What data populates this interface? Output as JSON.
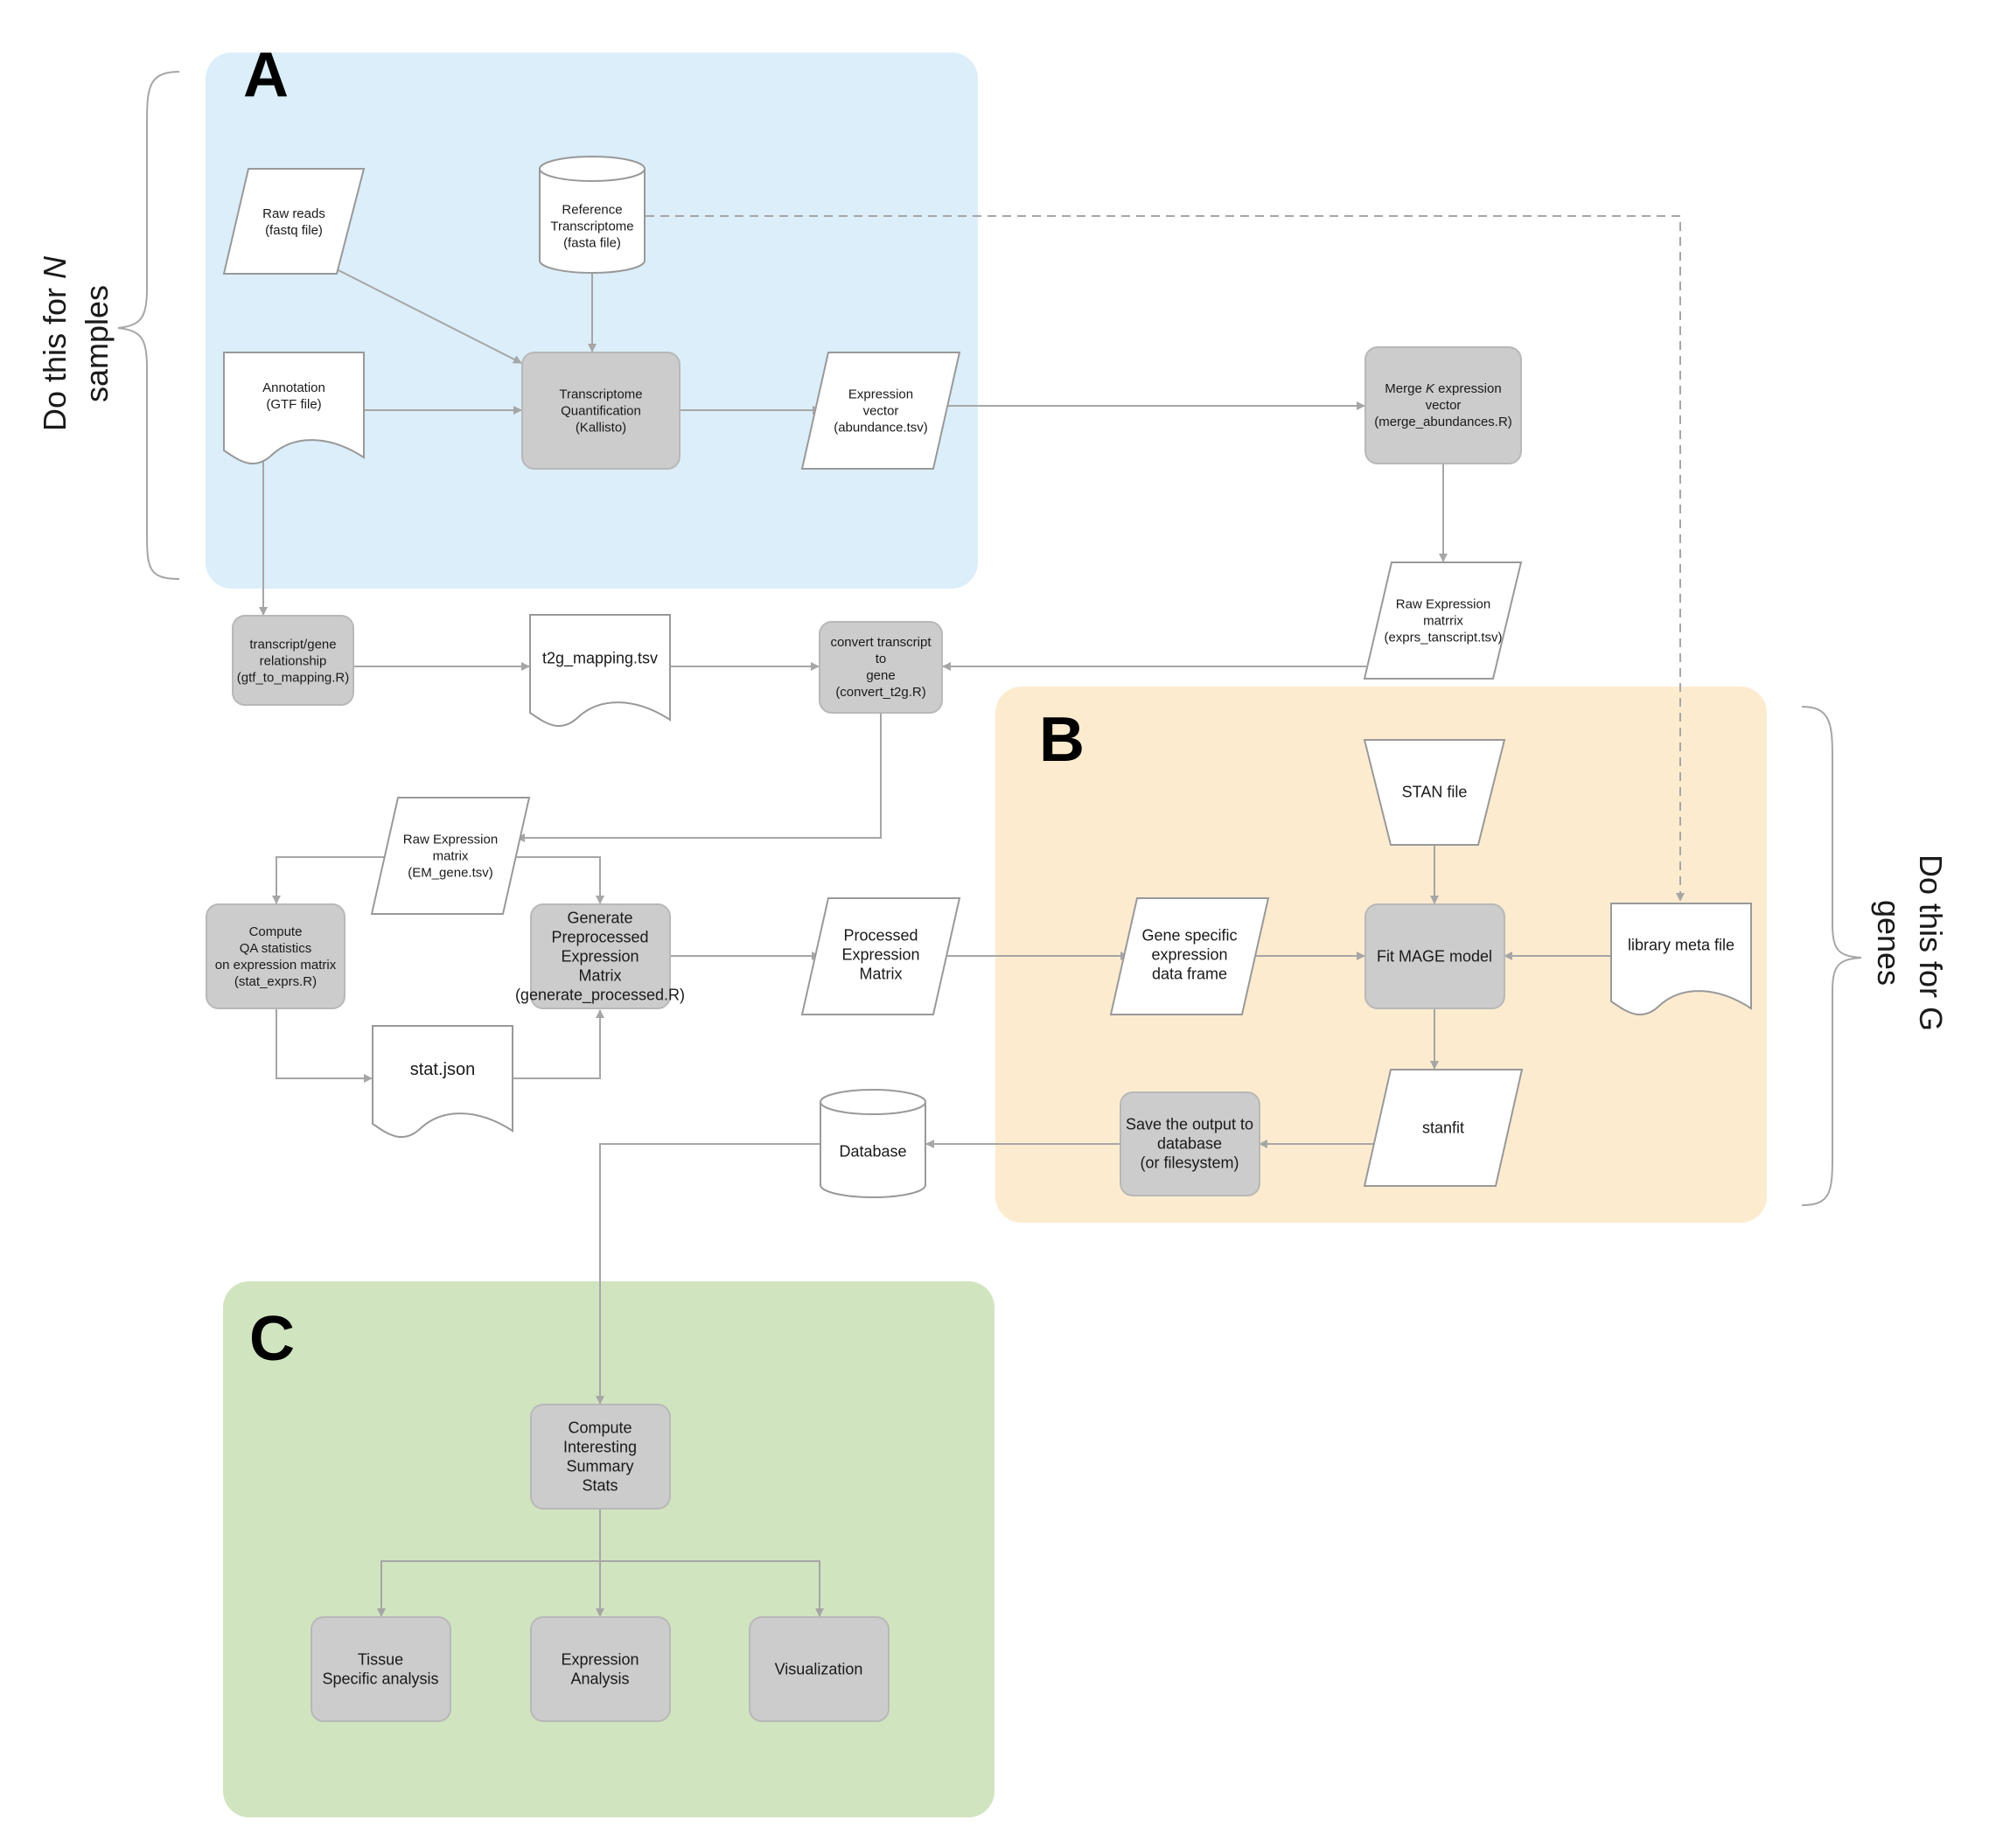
{
  "panels": {
    "a": {
      "label": "A",
      "color": "#dbeef9"
    },
    "b": {
      "label": "B",
      "color": "#fdebd0"
    },
    "c": {
      "label": "C",
      "color": "#d1e4c0"
    }
  },
  "braces": {
    "left": {
      "line1_pre": "Do this for ",
      "line1_em": "N",
      "line2": "samples"
    },
    "right": {
      "line1": "Do this for G",
      "line2": "genes"
    }
  },
  "nodes": {
    "raw_reads": [
      "Raw reads",
      "(fastq file)"
    ],
    "ref_transcriptome": [
      "Reference",
      "Transcriptome",
      "(fasta file)"
    ],
    "annotation": [
      "Annotation",
      "(GTF file)"
    ],
    "kallisto": [
      "Transcriptome",
      "Quantification",
      "(Kallisto)"
    ],
    "expr_vector": [
      "Expression",
      "vector",
      "(abundance.tsv)"
    ],
    "merge": {
      "line1_pre": "Merge ",
      "line1_em": "K",
      "line1_post": " expression",
      "line2": "vector",
      "line3": "(merge_abundances.R)"
    },
    "raw_matrix_transcript": [
      "Raw Expression",
      "matrrix",
      "(exprs_tanscript.tsv)"
    ],
    "gtf_to_mapping": [
      "transcript/gene",
      "relationship",
      "(gtf_to_mapping.R)"
    ],
    "t2g_mapping": [
      "t2g_mapping.tsv"
    ],
    "convert_t2g": [
      "convert transcript",
      "to",
      "gene",
      "(convert_t2g.R)"
    ],
    "raw_matrix_gene": [
      "Raw Expression",
      "matrix",
      "(EM_gene.tsv)"
    ],
    "qa_stats": [
      "Compute",
      "QA statistics",
      "on expression matrix",
      "(stat_exprs.R)"
    ],
    "generate_processed": [
      "Generate",
      "Preprocessed",
      "Expression",
      "Matrix",
      "(generate_processed.R)"
    ],
    "stat_json": [
      "stat.json"
    ],
    "processed_matrix": [
      "Processed",
      "Expression",
      "Matrix"
    ],
    "stan_file": [
      "STAN file"
    ],
    "gene_frame": [
      "Gene specific",
      "expression",
      "data frame"
    ],
    "fit_mage": [
      "Fit MAGE model"
    ],
    "library_meta": [
      "library meta file"
    ],
    "stanfit": [
      "stanfit"
    ],
    "save_output": [
      "Save the output to",
      "database",
      "(or filesystem)"
    ],
    "database": [
      "Database"
    ],
    "summary_stats": [
      "Compute",
      "Interesting",
      "Summary",
      "Stats"
    ],
    "tissue": [
      "Tissue",
      "Specific analysis"
    ],
    "expression_analysis": [
      "Expression",
      "Analysis"
    ],
    "visualization": [
      "Visualization"
    ]
  }
}
